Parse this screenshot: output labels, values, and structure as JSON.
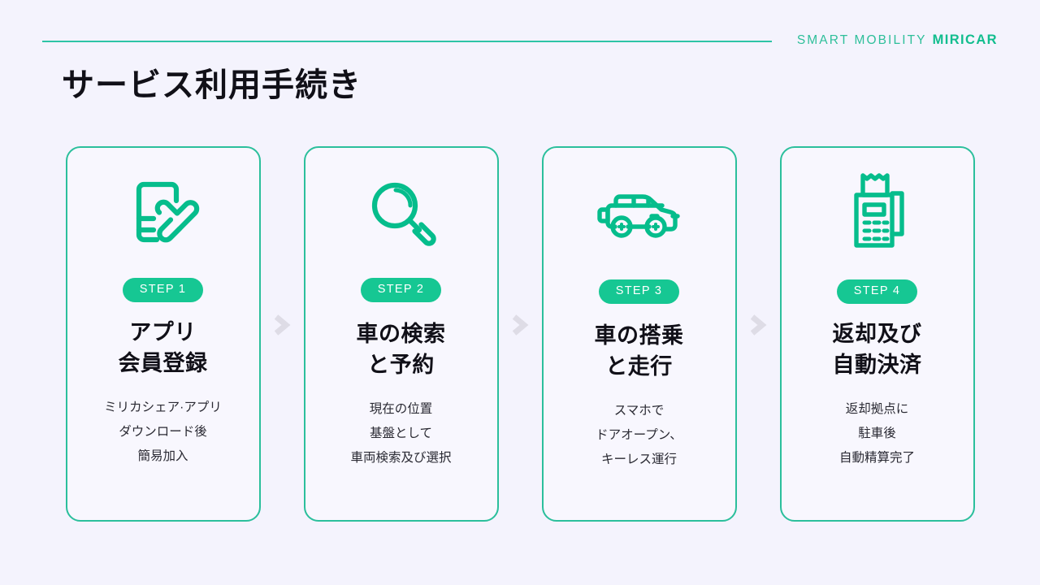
{
  "header": {
    "rule_color": "#2ec4a6",
    "brand_primary": "SMART MOBILITY",
    "brand_secondary": "MIRICAR",
    "title": "サービス利用手続き"
  },
  "theme": {
    "page_bg": "#f4f3fd",
    "card_bg": "#f8f7fe",
    "accent": "#16c793",
    "border": "#2bbf9c",
    "arrow": "#dedce6",
    "text": "#111018"
  },
  "separator": {
    "glyph": "›",
    "label": "next-step-arrow"
  },
  "steps": [
    {
      "icon": "phone-tap-icon",
      "badge": "STEP 1",
      "title_lines": [
        "アプリ",
        "会員登録"
      ],
      "desc_lines": [
        "ミリカシェア·アプリ",
        "ダウンロード後",
        "簡易加入"
      ]
    },
    {
      "icon": "magnifier-icon",
      "badge": "STEP 2",
      "title_lines": [
        "車の検索",
        "と予約"
      ],
      "desc_lines": [
        "現在の位置",
        "基盤として",
        "車両検索及び選択"
      ]
    },
    {
      "icon": "car-icon",
      "badge": "STEP 3",
      "title_lines": [
        "車の搭乗",
        "と走行"
      ],
      "desc_lines": [
        "スマホで",
        "ドアオープン、",
        "キーレス運行"
      ]
    },
    {
      "icon": "pos-terminal-receipt-icon",
      "badge": "STEP 4",
      "title_lines": [
        "返却及び",
        "自動決済"
      ],
      "desc_lines": [
        "返却拠点に",
        "駐車後",
        "自動精算完了"
      ]
    }
  ]
}
